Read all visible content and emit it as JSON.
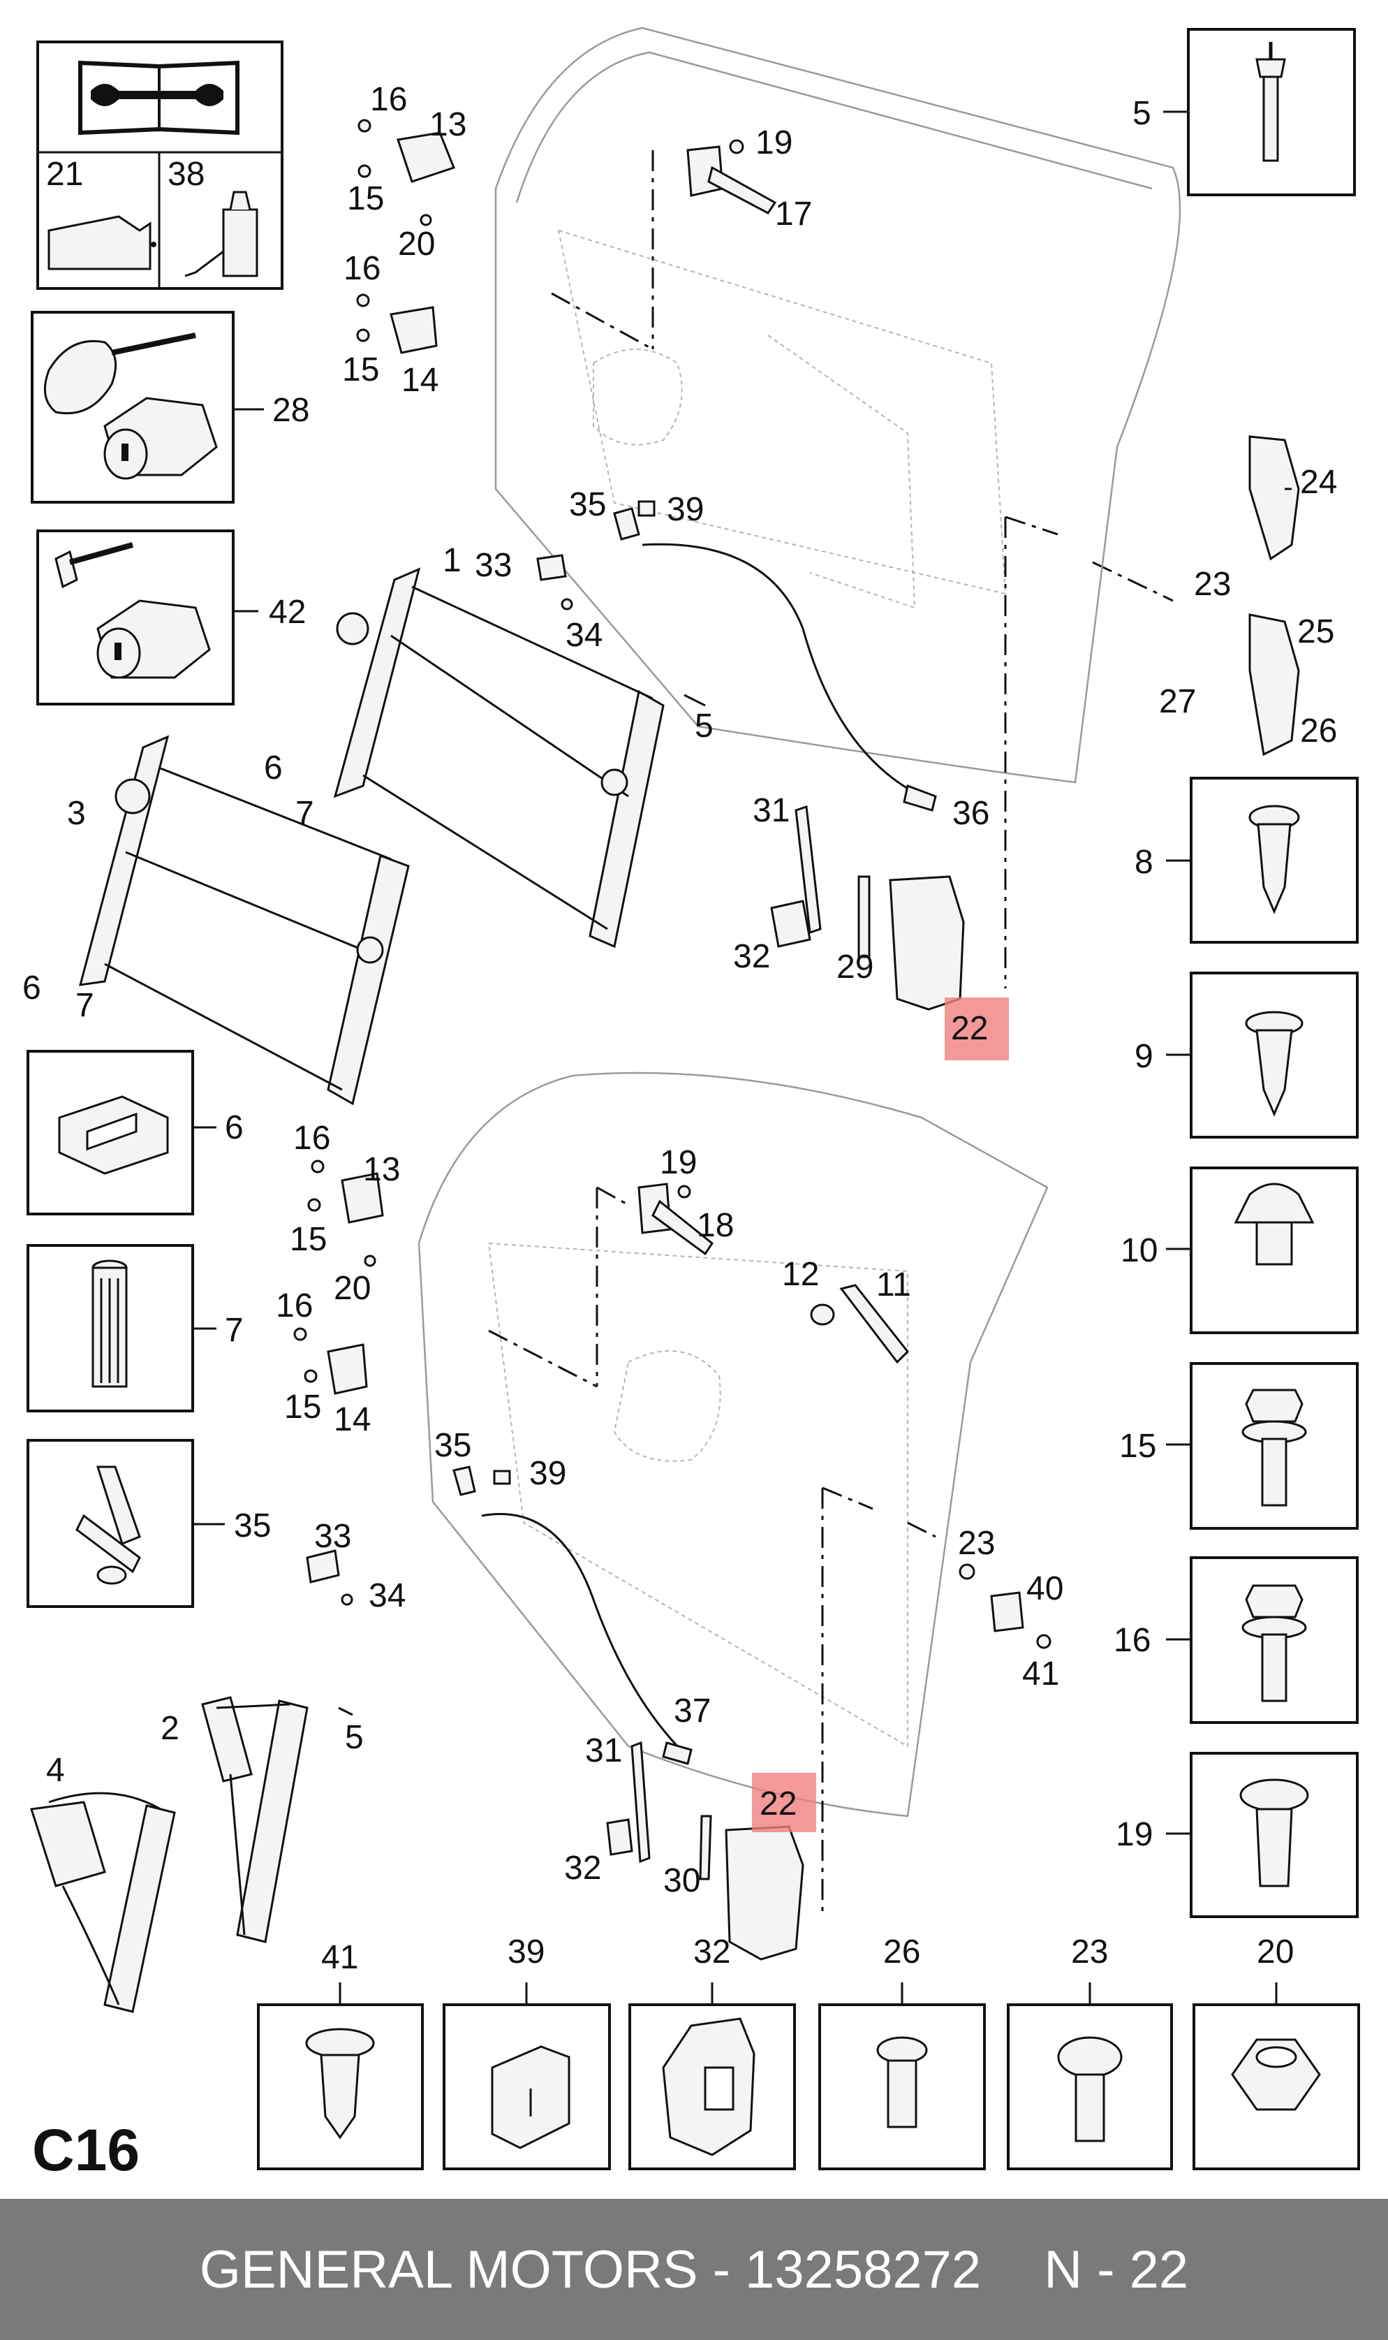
{
  "diagram_code": "C16",
  "footer": {
    "part_number": "GENERAL MOTORS - 13258272",
    "ref": "N - 22"
  },
  "highlight_color": "#f08080",
  "highlighted_callout": "22",
  "callouts": {
    "c1": "1",
    "c2": "2",
    "c3": "3",
    "c4": "4",
    "c5a": "5",
    "c5b": "5",
    "c5c": "5",
    "c6a": "6",
    "c6b": "6",
    "c6c": "6",
    "c7a": "7",
    "c7b": "7",
    "c7c": "7",
    "c8": "8",
    "c9": "9",
    "c10": "10",
    "c11": "11",
    "c12": "12",
    "c13a": "13",
    "c13b": "13",
    "c14a": "14",
    "c14b": "14",
    "c15a": "15",
    "c15b": "15",
    "c15c": "15",
    "c15d": "15",
    "c15e": "15",
    "c16a": "16",
    "c16b": "16",
    "c16c": "16",
    "c16d": "16",
    "c16e": "16",
    "c17": "17",
    "c18": "18",
    "c19a": "19",
    "c19b": "19",
    "c19c": "19",
    "c20a": "20",
    "c20b": "20",
    "c20c": "20",
    "c21": "21",
    "c22a": "22",
    "c22b": "22",
    "c23a": "23",
    "c23b": "23",
    "c23c": "23",
    "c24": "24",
    "c25": "25",
    "c26a": "26",
    "c26b": "26",
    "c27": "27",
    "c28": "28",
    "c29": "29",
    "c30": "30",
    "c31a": "31",
    "c31b": "31",
    "c32a": "32",
    "c32b": "32",
    "c32c": "32",
    "c33a": "33",
    "c33b": "33",
    "c34a": "34",
    "c34b": "34",
    "c35a": "35",
    "c35b": "35",
    "c36": "36",
    "c37": "37",
    "c38": "38",
    "c39a": "39",
    "c39b": "39",
    "c39c": "39",
    "c40": "40",
    "c41a": "41",
    "c41b": "41",
    "c42": "42"
  },
  "icons": [
    "manual-book-icon",
    "grease-can-icon",
    "adhesive-bottle-icon",
    "remote-key-icon",
    "lock-cylinder-icon",
    "blade-key-icon",
    "rivet-icon",
    "screw-icon",
    "clip-icon",
    "hex-bolt-icon",
    "torx-screw-icon",
    "hex-nut-icon",
    "clip-block-icon",
    "sleeve-icon",
    "pin-bracket-icon",
    "tape-pad-icon",
    "door-lock-actuator-icon"
  ]
}
